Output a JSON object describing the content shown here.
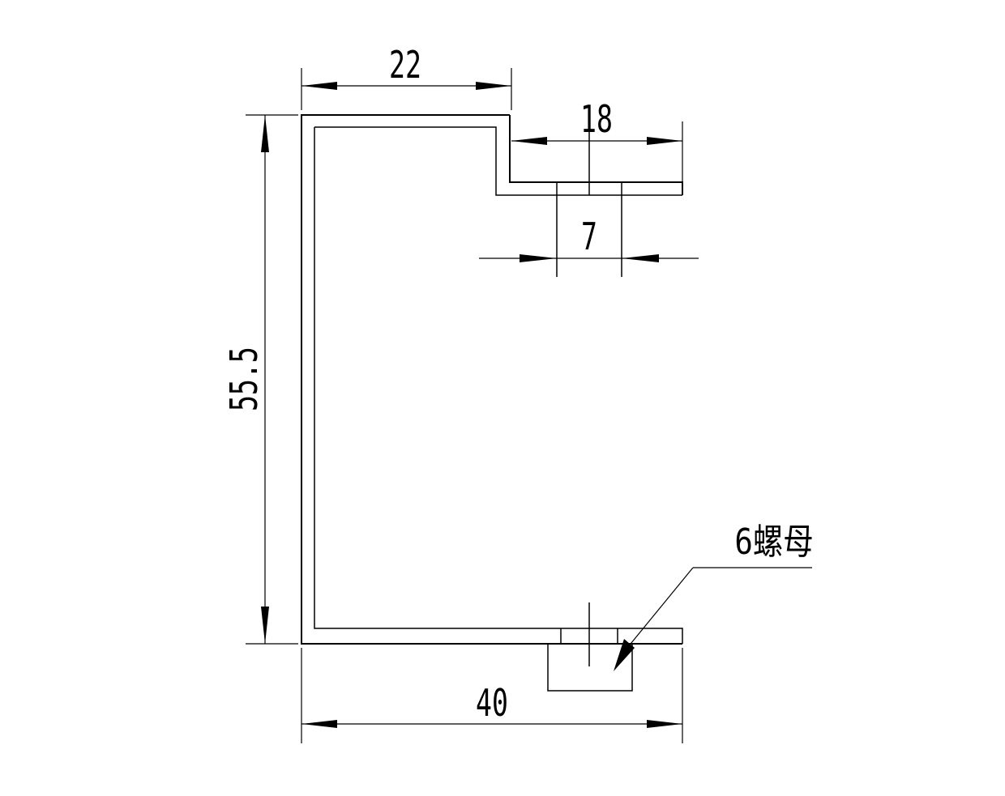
{
  "drawing": {
    "dims": {
      "top_left_width": "22",
      "top_right_width": "18",
      "slot_width": "7",
      "height": "55.5",
      "bottom_width": "40"
    },
    "leader_note": "6螺母"
  }
}
